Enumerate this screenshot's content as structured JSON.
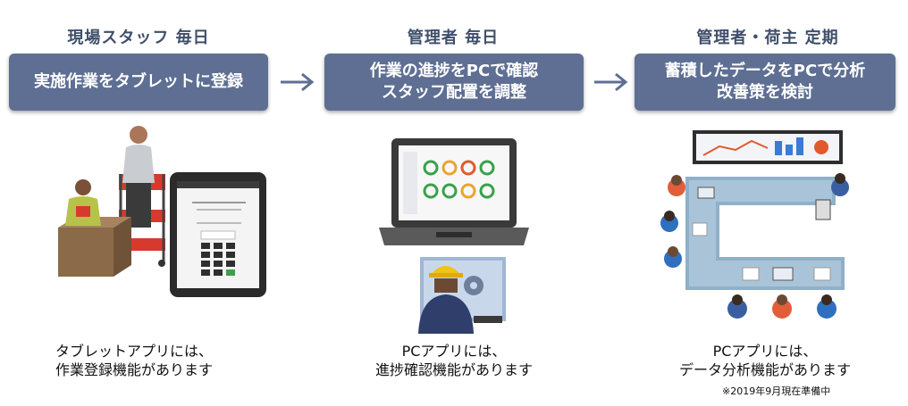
{
  "columns": [
    {
      "heading": "現場スタッフ 毎日",
      "box_lines": [
        "実施作業をタブレットに登録"
      ],
      "caption_lines": [
        "タブレットアプリには、",
        "作業登録機能があります"
      ],
      "illustration": "worker-tablet-illustration"
    },
    {
      "heading": "管理者 毎日",
      "box_lines": [
        "作業の進捗をPCで確認",
        "スタッフ配置を調整"
      ],
      "caption_lines": [
        "PCアプリには、",
        "進捗確認機能があります"
      ],
      "illustration": "manager-pc-illustration"
    },
    {
      "heading": "管理者・荷主 定期",
      "box_lines": [
        "蓄積したデータをPCで分析",
        "改善策を検討"
      ],
      "caption_lines": [
        "PCアプリには、",
        "データ分析機能があります"
      ],
      "note": "※2019年9月現在準備中",
      "illustration": "meeting-analysis-illustration"
    }
  ],
  "colors": {
    "box": "#5e6f93",
    "heading": "#3f4f6a",
    "arrow": "#5e6f93"
  },
  "icons": [
    "arrow-right-icon",
    "gear-icon",
    "hardhat-icon"
  ]
}
